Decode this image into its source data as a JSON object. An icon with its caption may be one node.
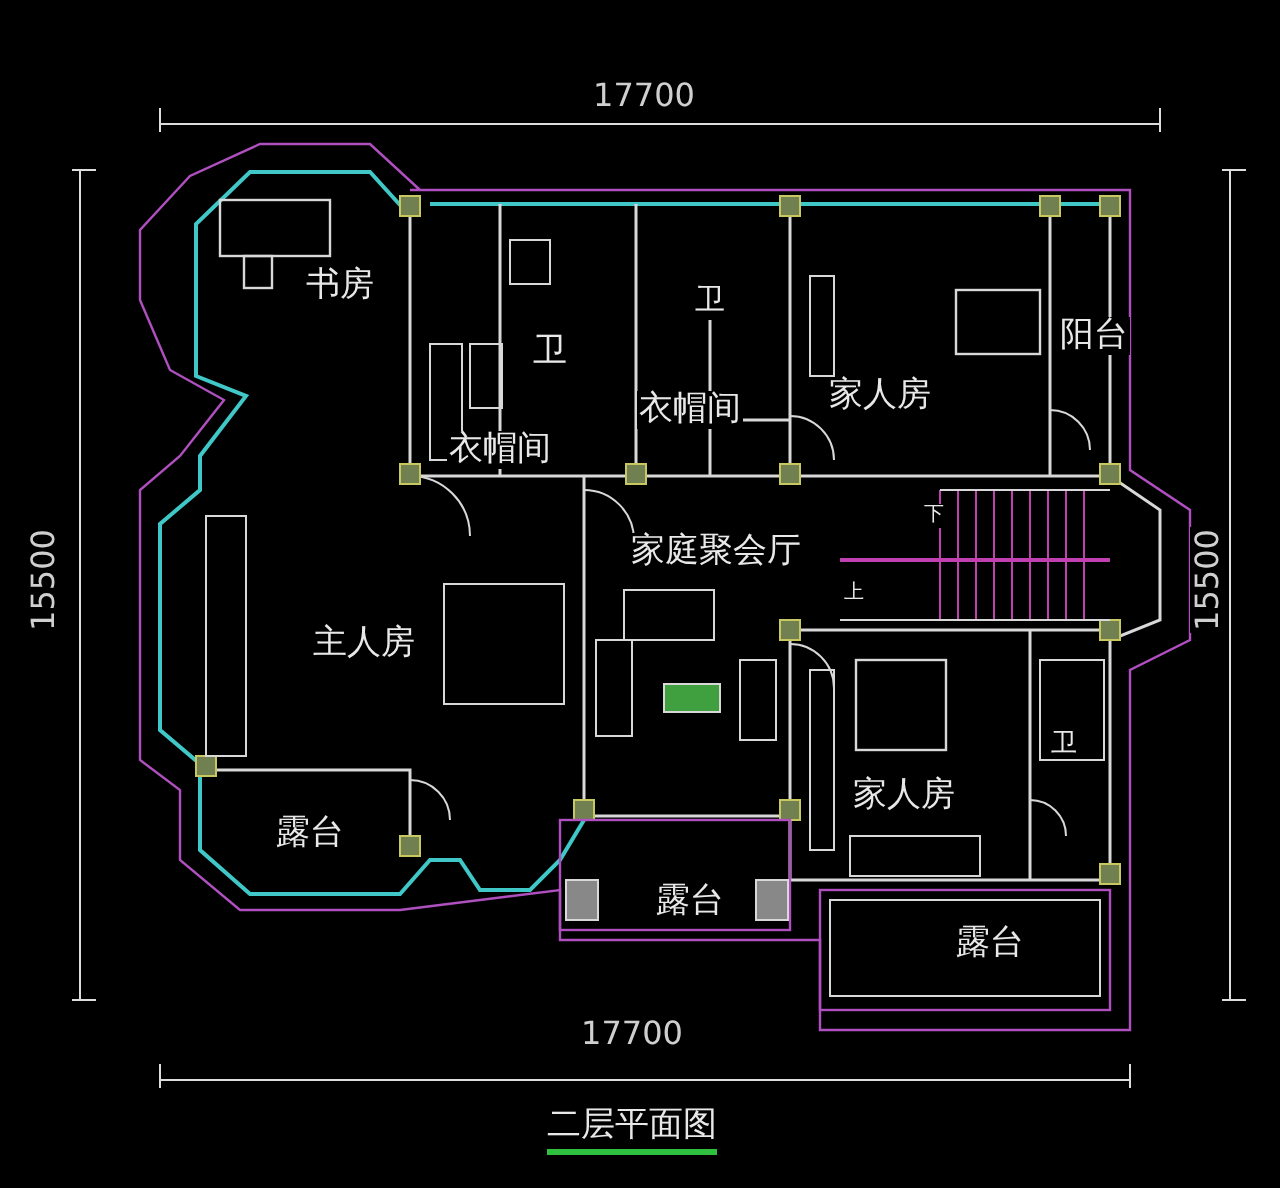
{
  "diagram": {
    "caption": "二层平面图",
    "labels": [
      "17700",
      "书房",
      "卫",
      "卫",
      "阳台",
      "衣帽间",
      "衣帽间",
      "家人房",
      "15500",
      "15500",
      "家庭聚会厅",
      "下",
      "上",
      "主人房",
      "卫",
      "家人房",
      "露台",
      "露台",
      "露台",
      "17700"
    ]
  }
}
